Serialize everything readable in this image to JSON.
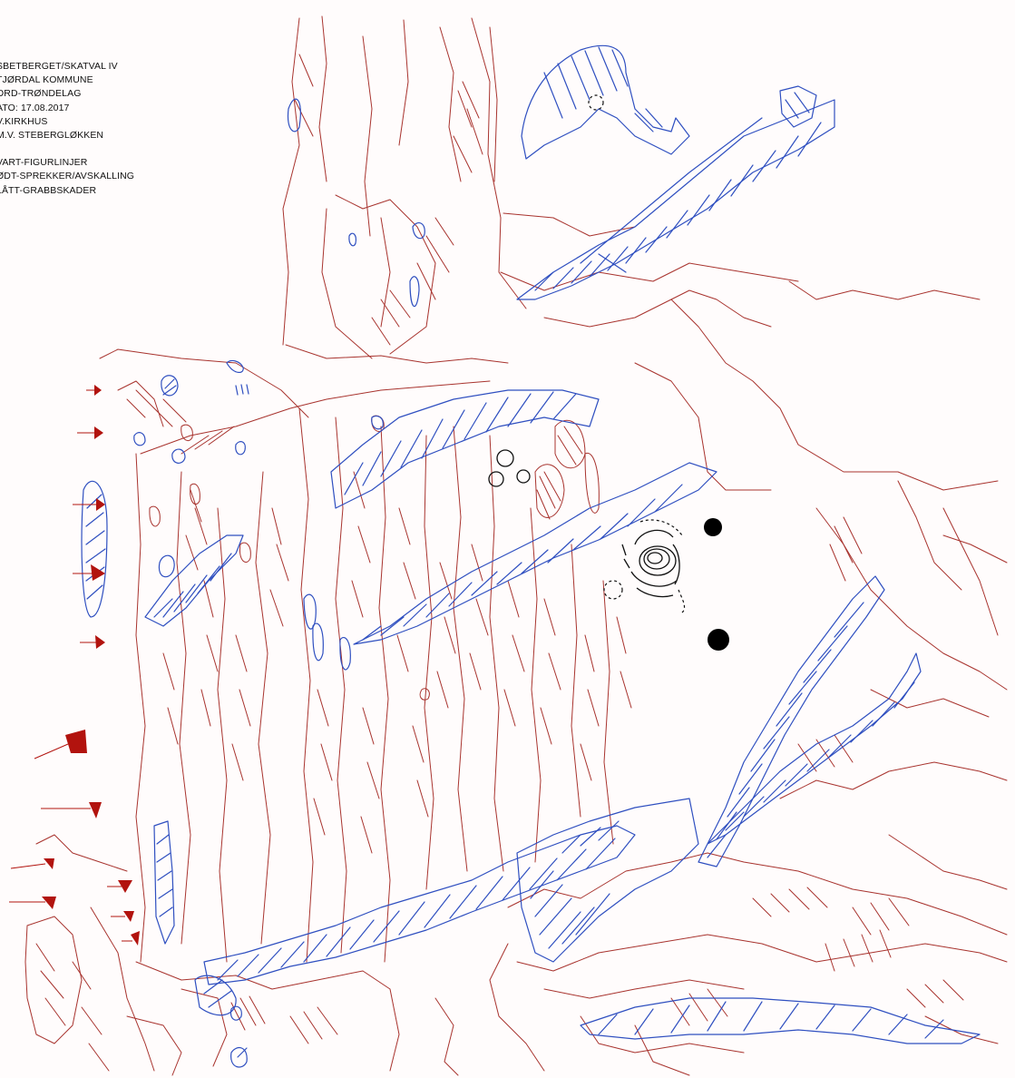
{
  "legend": {
    "site": "SBETBERGET/SKATVAL IV",
    "municipality": "TJØRDAL KOMMUNE",
    "county": "ORD-TRØNDELAG",
    "date": "ATO: 17.08.2017",
    "documenter_1": "V.KIRKHUS",
    "documenter_2": "M.V. STEBERGLØKKEN",
    "key_black": "VART-FIGURLINJER",
    "key_red": "ØDT-SPREKKER/AVSKALLING",
    "key_blue": "LÅTT-GRABBSKADER"
  },
  "colors": {
    "background": "#fffcfc",
    "cracks_red": "#a8332e",
    "damage_blue": "#2f4fc0",
    "figures_black": "#111111",
    "markers_red": "#b2130e"
  },
  "icons": {
    "edge_marker": "red-triangle-pin",
    "cup_mark": "filled-black-circle",
    "concentric_figure": "ring-figure"
  }
}
